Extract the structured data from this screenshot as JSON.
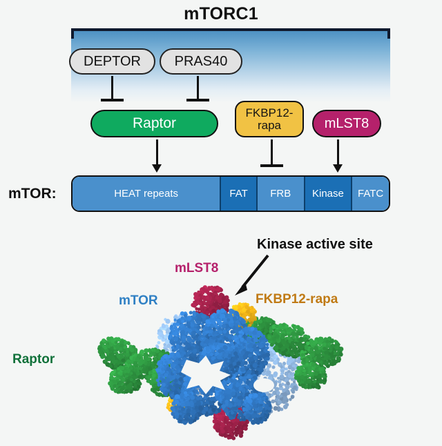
{
  "figure": {
    "title": "mTORC1"
  },
  "complex": {
    "inhibitors": [
      {
        "id": "deptor",
        "label": "DEPTOR",
        "color": "#e2e2e2",
        "text_color": "#111111"
      },
      {
        "id": "pras40",
        "label": "PRAS40",
        "color": "#e2e2e2",
        "text_color": "#111111"
      }
    ],
    "components": [
      {
        "id": "raptor",
        "label": "Raptor",
        "color": "#0faa5f",
        "text_color": "#ffffff"
      },
      {
        "id": "fkbp",
        "label_line1": "FKBP12-",
        "label_line2": "rapa",
        "color": "#f1c244",
        "text_color": "#141414"
      },
      {
        "id": "mlst8",
        "label": "mLST8",
        "color": "#b5216b",
        "text_color": "#ffffff"
      }
    ]
  },
  "mtor": {
    "label": "mTOR:",
    "domains": [
      {
        "name": "HEAT repeats",
        "color": "#4a90cc",
        "width_pct": 47
      },
      {
        "name": "FAT",
        "color": "#1b6fb5",
        "width_pct": 11.5
      },
      {
        "name": "FRB",
        "color": "#4a90cc",
        "width_pct": 15
      },
      {
        "name": "Kinase",
        "color": "#1b6fb5",
        "width_pct": 15
      },
      {
        "name": "FATC",
        "color": "#4a90cc",
        "width_pct": 11.5
      }
    ]
  },
  "connectors": [
    {
      "from": "deptor",
      "to": "raptor",
      "type": "inhibition"
    },
    {
      "from": "pras40",
      "to": "raptor",
      "type": "inhibition"
    },
    {
      "from": "raptor",
      "to": "HEAT repeats",
      "type": "activation"
    },
    {
      "from": "fkbp",
      "to": "FRB",
      "type": "inhibition"
    },
    {
      "from": "mlst8",
      "to": "Kinase",
      "type": "activation"
    }
  ],
  "structure": {
    "annotation": "Kinase active site",
    "labels": [
      {
        "id": "lab-mlst8",
        "text": "mLST8",
        "color": "#b5216b"
      },
      {
        "id": "lab-mtor",
        "text": "mTOR",
        "color": "#2f80c4"
      },
      {
        "id": "lab-fkbp",
        "text": "FKBP12-rapa",
        "color": "#c07a14"
      },
      {
        "id": "lab-raptor",
        "text": "Raptor",
        "color": "#10713a"
      }
    ],
    "palette": {
      "mtor_blue": "#2f74bd",
      "mtor_blue_back": "#8fb4dc",
      "raptor_green": "#2e9440",
      "mlst8_magenta": "#9e2149",
      "fkbp_yellow": "#e8ae18",
      "background": "#f4f6f5"
    }
  }
}
